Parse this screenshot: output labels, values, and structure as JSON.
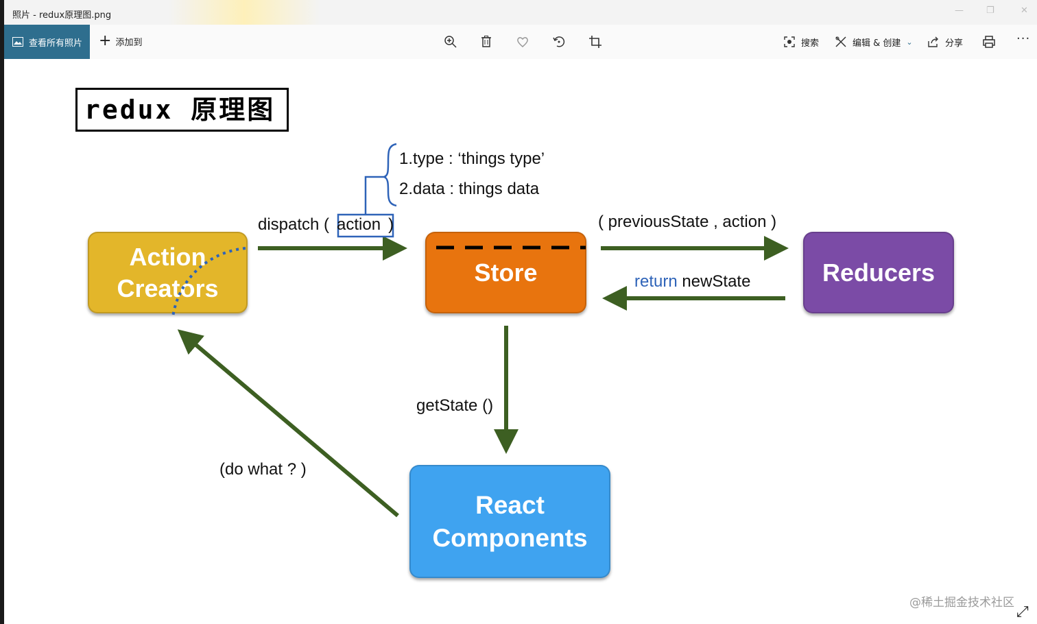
{
  "window": {
    "title": "照片 - redux原理图.png"
  },
  "toolbar": {
    "all_photos": "查看所有照片",
    "add_to": "添加到",
    "search": "搜索",
    "edit_create": "编辑 & 创建",
    "share": "分享",
    "more": "···"
  },
  "diagram": {
    "title": "redux 原理图",
    "boxes": {
      "action_creators": "Action Creators",
      "store": "Store",
      "reducers": "Reducers",
      "react_components": "React Components"
    },
    "labels": {
      "dispatch_prefix": "dispatch (",
      "action": "action",
      "dispatch_suffix": ")",
      "type_line": "1.type : ‘things type’",
      "data_line": "2.data :  things data",
      "previous_state": "( previousState , action )",
      "return_word": "return",
      "new_state": "newState",
      "get_state": "getState ()",
      "do_what": "(do what ? )"
    },
    "colors": {
      "action_creators": "#E3B62A",
      "store": "#E8740E",
      "reducers": "#7B4BA6",
      "react_components": "#3FA3F0",
      "arrow": "#3D5F22",
      "bracket": "#2E63B8"
    }
  },
  "watermark": "@稀土掘金技术社区"
}
